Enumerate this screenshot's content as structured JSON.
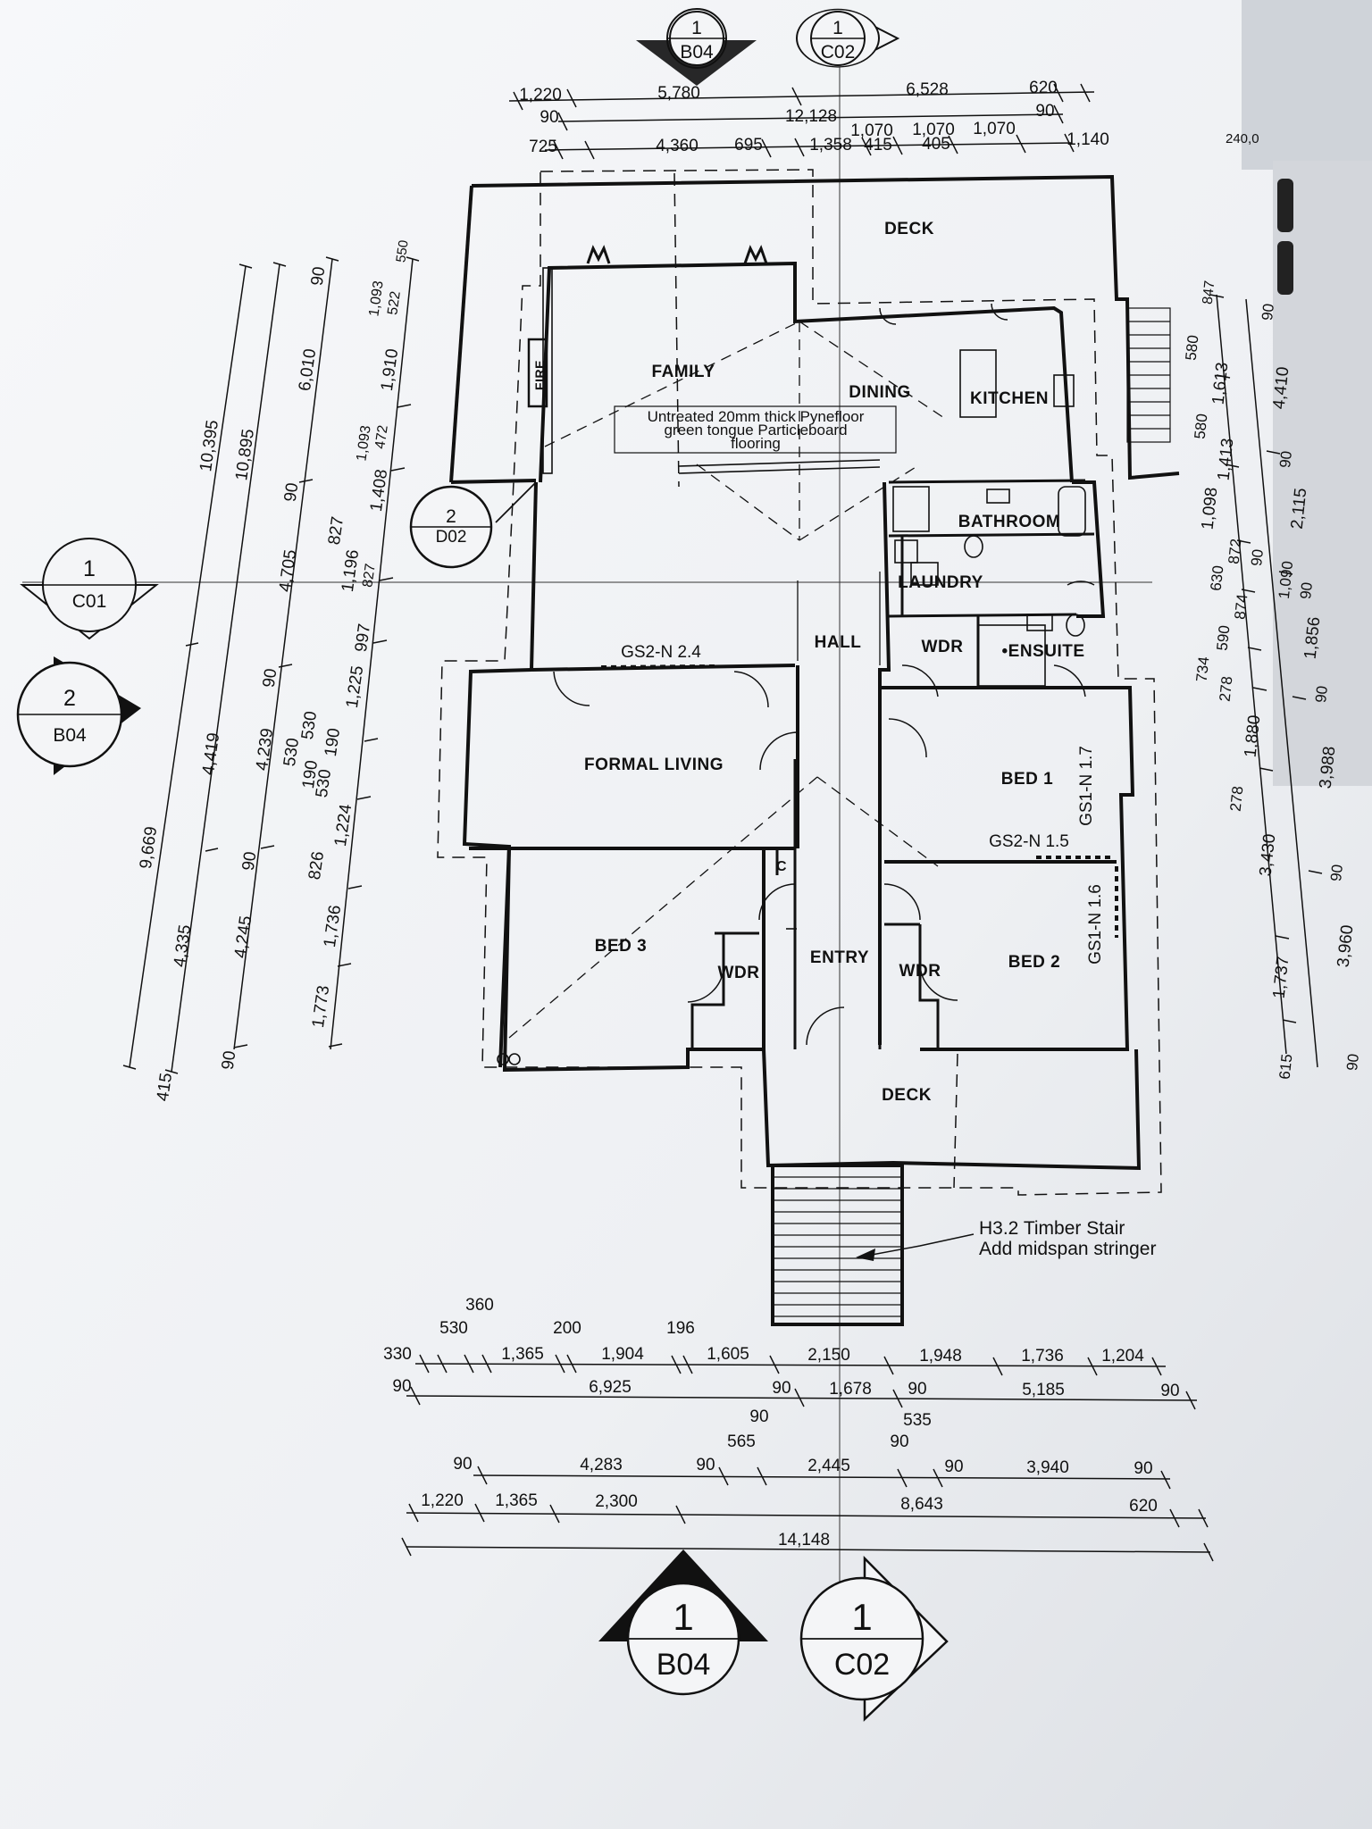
{
  "rooms": {
    "deck_top": "DECK",
    "family": "FAMILY",
    "dining": "DINING",
    "kitchen": "KITCHEN",
    "bathroom": "BATHROOM",
    "laundry": "LAUNDRY",
    "hall": "HALL",
    "wdr_right": "WDR",
    "ensuite": "•ENSUITE",
    "formal_living": "FORMAL LIVING",
    "bed1": "BED 1",
    "bed2": "BED 2",
    "bed3": "BED 3",
    "wdr_left": "WDR",
    "entry": "ENTRY",
    "wdr_mid": "WDR",
    "deck_bottom": "DECK",
    "fire": "FIRE",
    "cupboard": "C"
  },
  "notes": {
    "floor_line1": "Untreated 20mm thick Pynefloor",
    "floor_line2": "green tongue Particleboard",
    "floor_line3": "flooring",
    "stair_line1": "H3.2 Timber Stair",
    "stair_line2": "Add midspan stringer",
    "gs2_n_24": "GS2-N 2.4",
    "gs2_n_15": "GS2-N 1.5",
    "gs1_n_17": "GS1-N 1.7",
    "gs1_n_16": "GS1-N 1.6",
    "edge_value": "240,0"
  },
  "tags": {
    "top_b04": {
      "num": "1",
      "ref": "B04"
    },
    "top_c02": {
      "num": "1",
      "ref": "C02"
    },
    "left_c01": {
      "num": "1",
      "ref": "C01"
    },
    "left_b04": {
      "num": "2",
      "ref": "B04"
    },
    "d02": {
      "num": "2",
      "ref": "D02"
    },
    "bottom_b04": {
      "num": "1",
      "ref": "B04"
    },
    "bottom_c02": {
      "num": "1",
      "ref": "C02"
    }
  },
  "dims": {
    "top_r1": [
      "1,220",
      "5,780",
      "6,528",
      "620"
    ],
    "top_r2": [
      "90",
      "12,128",
      "90"
    ],
    "top_r3": [
      "725",
      "4,360",
      "695",
      "1,358",
      "415",
      "405",
      "1,140"
    ],
    "top_r3b": [
      "1,070",
      "1,070",
      "1,070"
    ],
    "bot_r1": [
      "330",
      "530",
      "360",
      "1,365",
      "200",
      "1,904",
      "196",
      "1,605",
      "2,150",
      "1,948",
      "1,736",
      "1,204"
    ],
    "bot_r2": [
      "90",
      "6,925",
      "90",
      "1,678",
      "90",
      "535",
      "5,185",
      "90"
    ],
    "bot_r3": [
      "90",
      "4,283",
      "90",
      "565",
      "90",
      "2,445",
      "90",
      "90",
      "3,940",
      "90"
    ],
    "bot_r4": [
      "1,220",
      "1,365",
      "2,300",
      "8,643",
      "620"
    ],
    "bot_total": "14,148",
    "left_a": [
      "10,395",
      "9,669",
      "415"
    ],
    "left_b": [
      "10,895",
      "4,419",
      "4,335"
    ],
    "left_c": [
      "90",
      "6,010",
      "90",
      "4,705",
      "90",
      "4,239",
      "90",
      "4,245",
      "90"
    ],
    "left_d": [
      "530",
      "190",
      "530",
      "190",
      "530",
      "827",
      "826"
    ],
    "left_e": [
      "550",
      "1,093",
      "522",
      "1,910",
      "1,093",
      "472",
      "1,408",
      "1,196",
      "827",
      "997",
      "1,225",
      "1,224",
      "1,736",
      "1,773"
    ],
    "right_a": [
      "847",
      "580",
      "1,613",
      "580",
      "1,413",
      "1,098",
      "872",
      "630",
      "874",
      "590",
      "734",
      "278",
      "1,880",
      "278",
      "3,430",
      "1,737",
      "615"
    ],
    "right_b": [
      "90",
      "4,410",
      "90",
      "2,115",
      "90",
      "1,090",
      "90",
      "1,856",
      "90",
      "3,988",
      "90",
      "3,960",
      "90"
    ]
  }
}
